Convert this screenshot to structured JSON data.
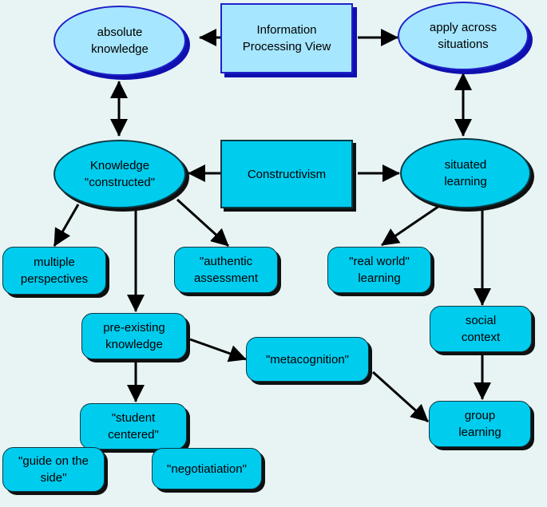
{
  "nodes": {
    "absolute_knowledge": "absolute\nknowledge",
    "information_processing": "Information\nProcessing View",
    "apply_across": "apply across\nsituations",
    "knowledge_constructed": "Knowledge\n\"constructed\"",
    "constructivism": "Constructivism",
    "situated_learning": "situated\nlearning",
    "multiple_perspectives": "multiple\nperspectives",
    "authentic_assessment": "\"authentic\nassessment",
    "real_world_learning": "\"real world\"\nlearning",
    "pre_existing_knowledge": "pre-existing\nknowledge",
    "metacognition": "\"metacognition\"",
    "social_context": "social\ncontext",
    "student_centered": "\"student\ncentered\"",
    "group_learning": "group\nlearning",
    "guide_on_the_side": "\"guide on the\nside\"",
    "negotiation": "\"negotiatiation\""
  },
  "colors": {
    "background": "#e8f4f4",
    "node_fill": "#00ccee",
    "light_fill": "#a6e6ff",
    "border_blue": "#1d22c8",
    "arrow": "#000000"
  }
}
